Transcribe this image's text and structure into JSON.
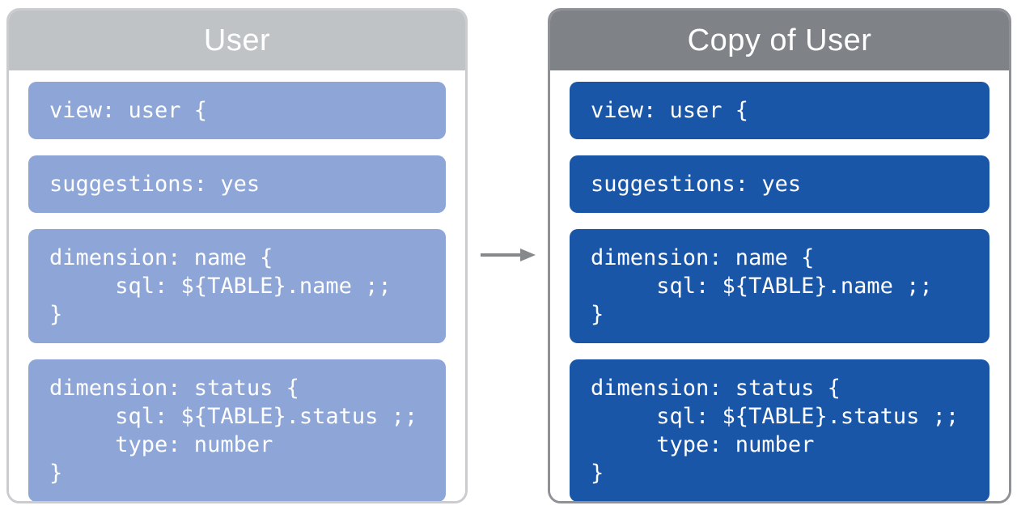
{
  "left_panel": {
    "title": "User",
    "colors": {
      "header": "#bfc3c6",
      "border": "#cacccf",
      "block": "#8da6d7",
      "text": "#ffffff"
    },
    "blocks": [
      {
        "lines": [
          "view: user {"
        ]
      },
      {
        "lines": [
          "suggestions: yes"
        ]
      },
      {
        "lines": [
          "dimension: name {",
          "     sql: ${TABLE}.name ;;",
          "}"
        ]
      },
      {
        "lines": [
          "dimension: status {",
          "     sql: ${TABLE}.status ;;",
          "     type: number",
          "}"
        ]
      }
    ]
  },
  "right_panel": {
    "title": "Copy of User",
    "colors": {
      "header": "#7f8387",
      "border": "#8e9297",
      "block": "#1a56a8",
      "text": "#ffffff"
    },
    "blocks": [
      {
        "lines": [
          "view: user {"
        ]
      },
      {
        "lines": [
          "suggestions: yes"
        ]
      },
      {
        "lines": [
          "dimension: name {",
          "     sql: ${TABLE}.name ;;",
          "}"
        ]
      },
      {
        "lines": [
          "dimension: status {",
          "     sql: ${TABLE}.status ;;",
          "     type: number",
          "}"
        ]
      }
    ]
  },
  "arrow": {
    "meaning": "copy-direction-left-to-right",
    "color": "#85898c"
  }
}
